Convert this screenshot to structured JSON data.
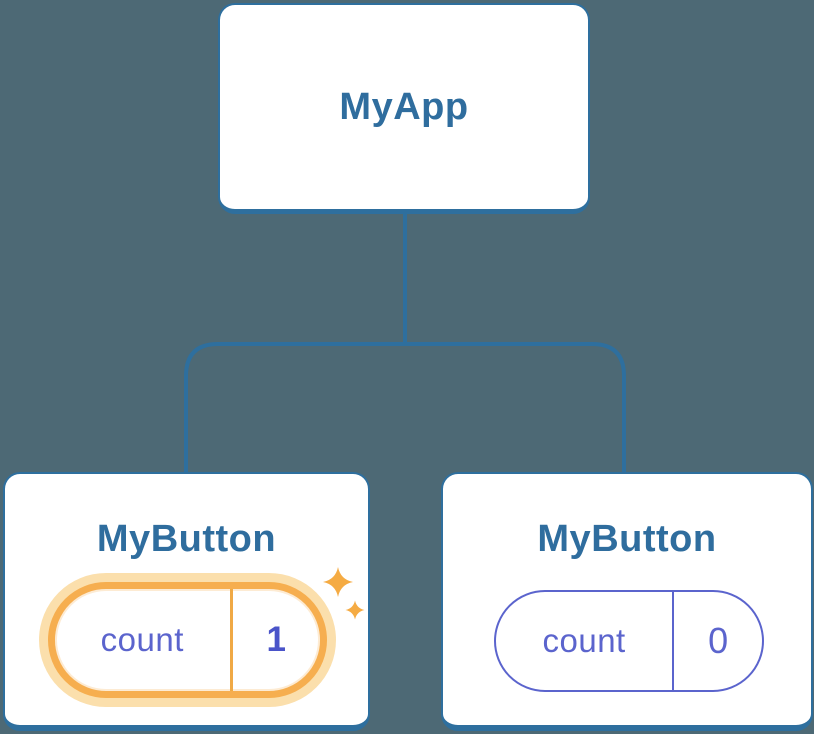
{
  "diagram": {
    "description": "component tree with state",
    "root": {
      "title": "MyApp"
    },
    "children": [
      {
        "title": "MyButton",
        "state_label": "count",
        "state_value": "1",
        "highlighted": true,
        "sparkles": true
      },
      {
        "title": "MyButton",
        "state_label": "count",
        "state_value": "0",
        "highlighted": false,
        "sparkles": false
      }
    ]
  },
  "colors": {
    "background": "#4d6975",
    "card_background": "#ffffff",
    "connector_blue": "#2e6f9e",
    "title_blue": "#2f6d9e",
    "state_indigo": "#5b64cd",
    "state_value_bold_indigo": "#4a54c9",
    "highlight_orange": "#f6ae4f",
    "highlight_halo": "#fbdfac",
    "sparkle_orange": "#f5ab43"
  },
  "icons": [
    {
      "name": "sparkle-icon"
    }
  ]
}
